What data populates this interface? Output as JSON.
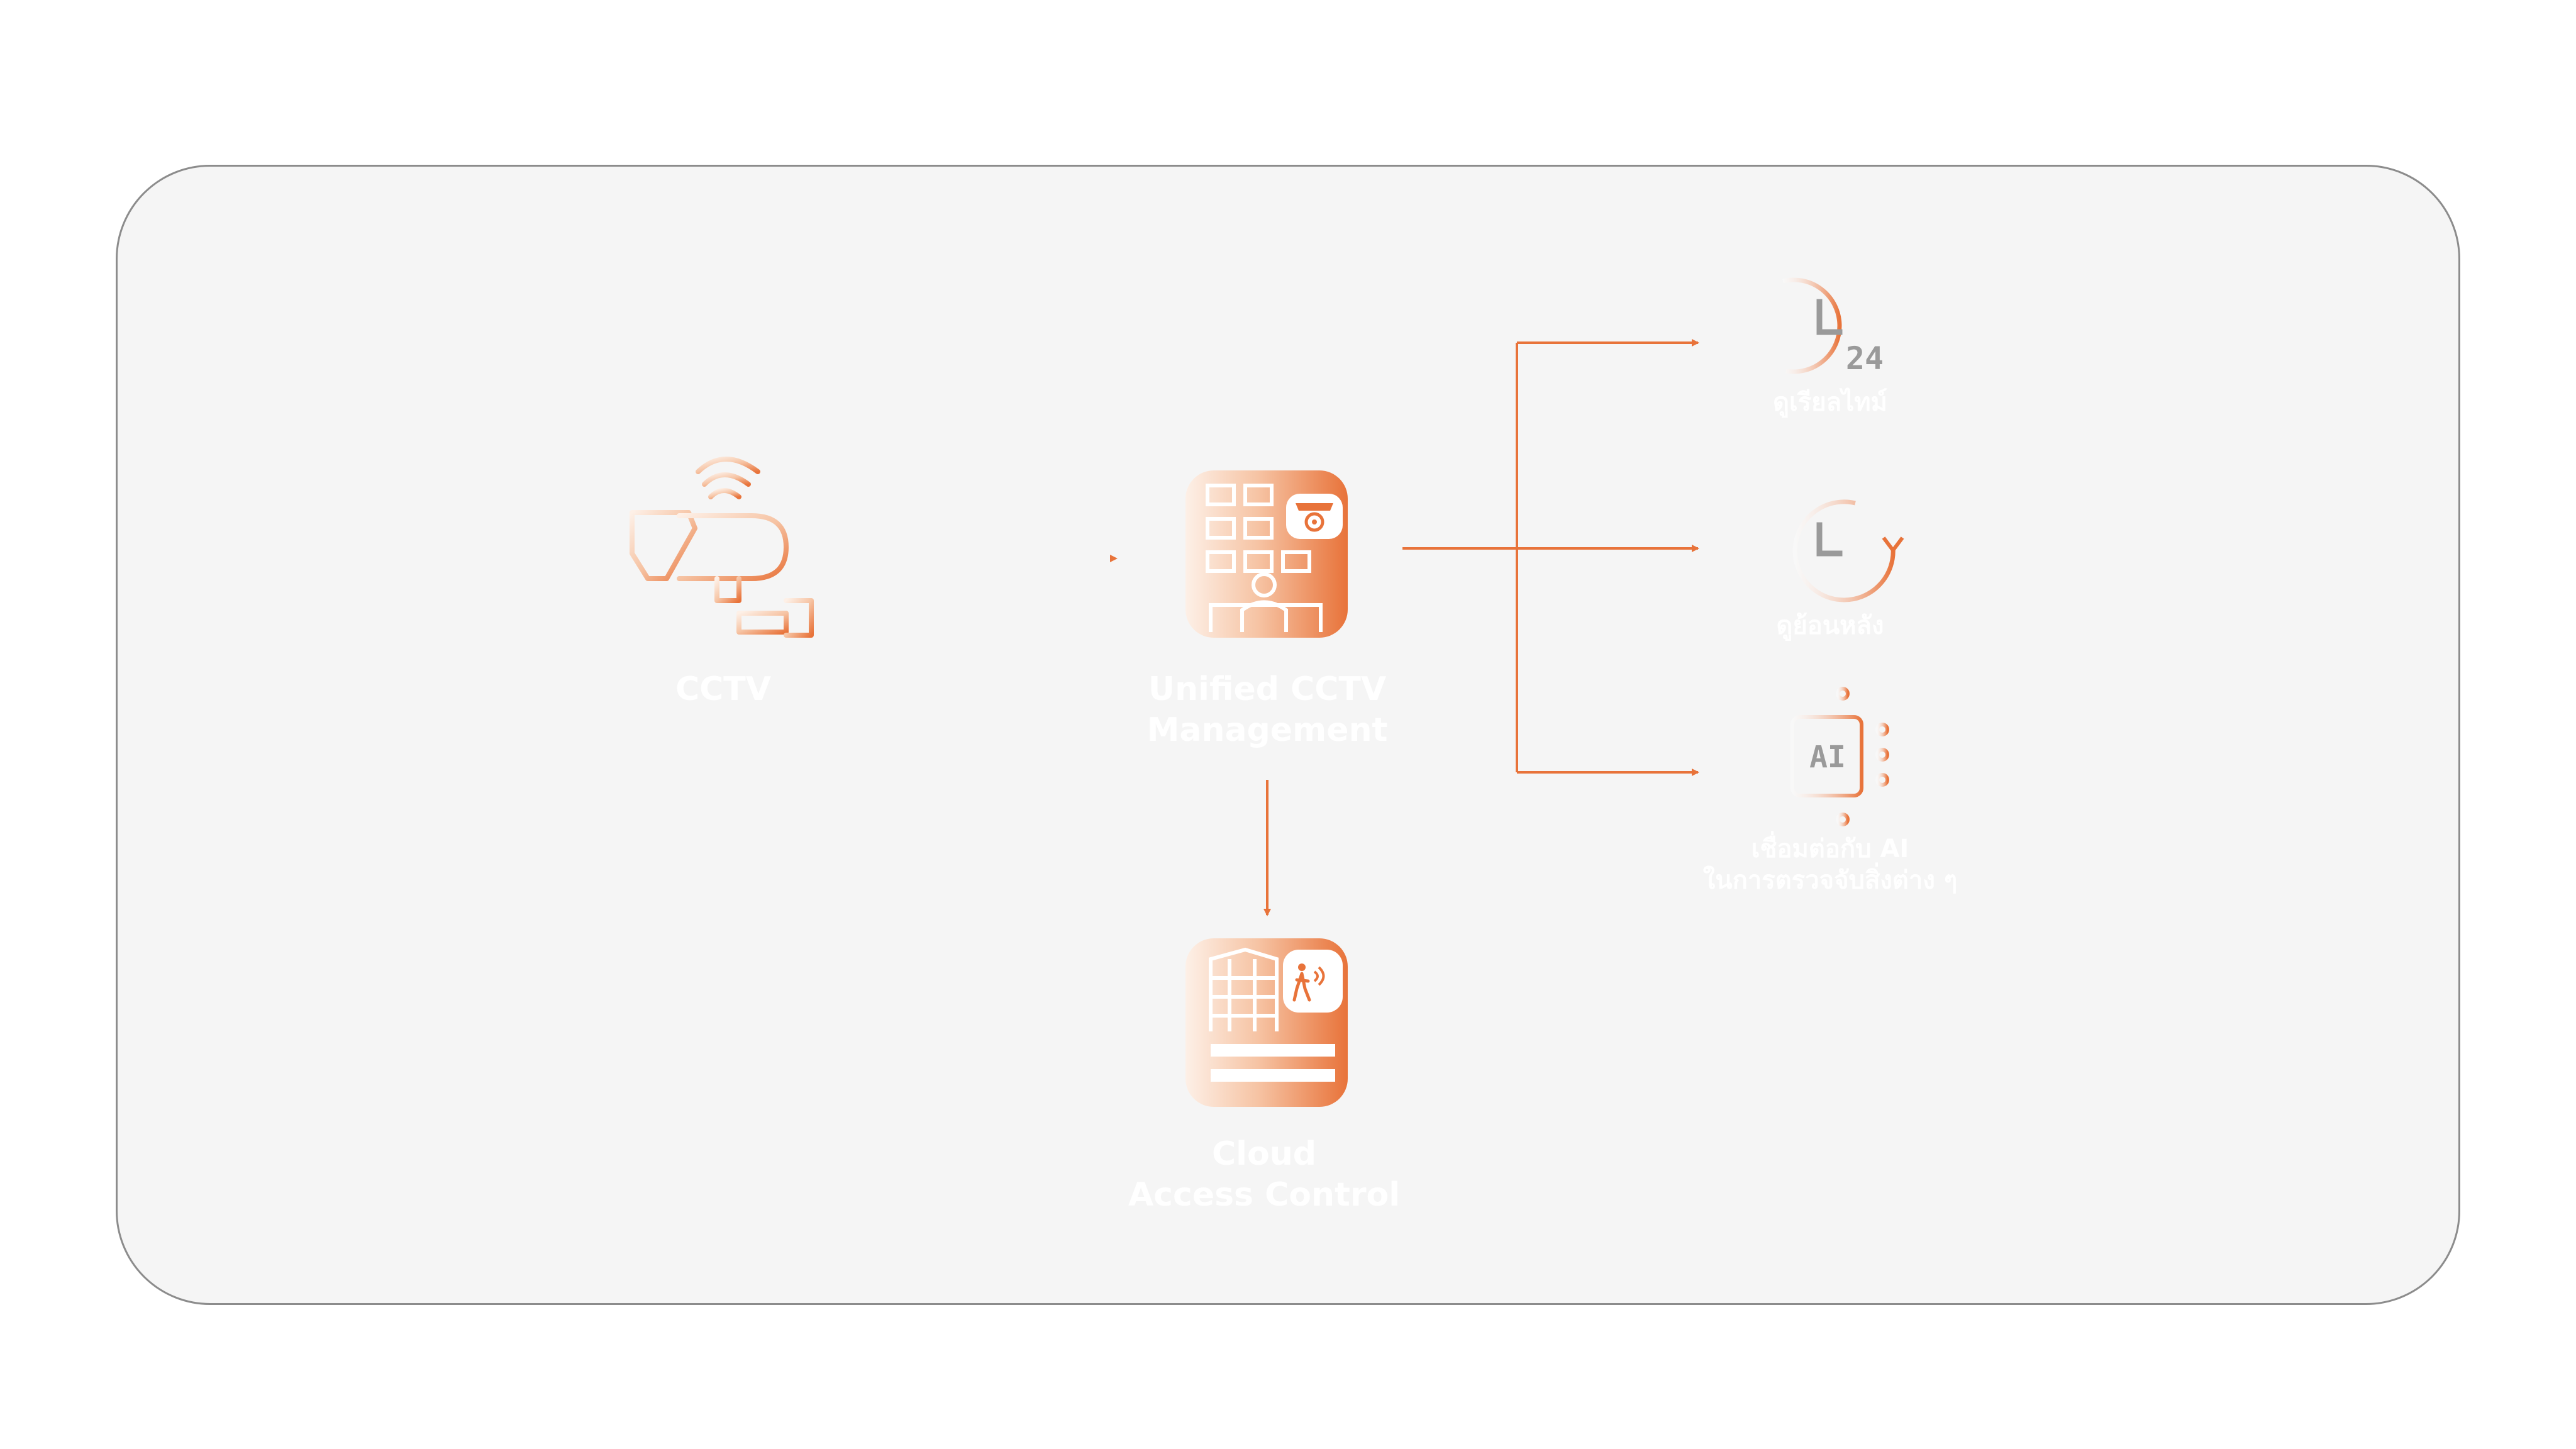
{
  "nodes": {
    "cctv": {
      "label": "CCTV",
      "icon": "cctv-camera-icon"
    },
    "unified": {
      "line1": "Unified CCTV",
      "line2": "Management",
      "icon": "monitor-wall-icon"
    },
    "cloud": {
      "line1": "Cloud",
      "line2": "Access Control",
      "icon": "building-access-icon"
    },
    "live": {
      "label": "ดูเรียลไทม์",
      "icon": "clock-24-icon",
      "badge": "24"
    },
    "playback": {
      "label": "ดูย้อนหลัง",
      "icon": "clock-playback-icon"
    },
    "ai": {
      "line1": "เชื่อมต่อกับ AI",
      "line2": "ในการตรวจจับสิ่งต่าง ๆ",
      "icon": "ai-chip-icon",
      "badge": "AI"
    }
  },
  "colors": {
    "accent": "#e8733a",
    "accent_light": "#fbe6d8",
    "card": "#f5f5f5",
    "border": "#8c8c8c",
    "text": "#ffffff"
  }
}
